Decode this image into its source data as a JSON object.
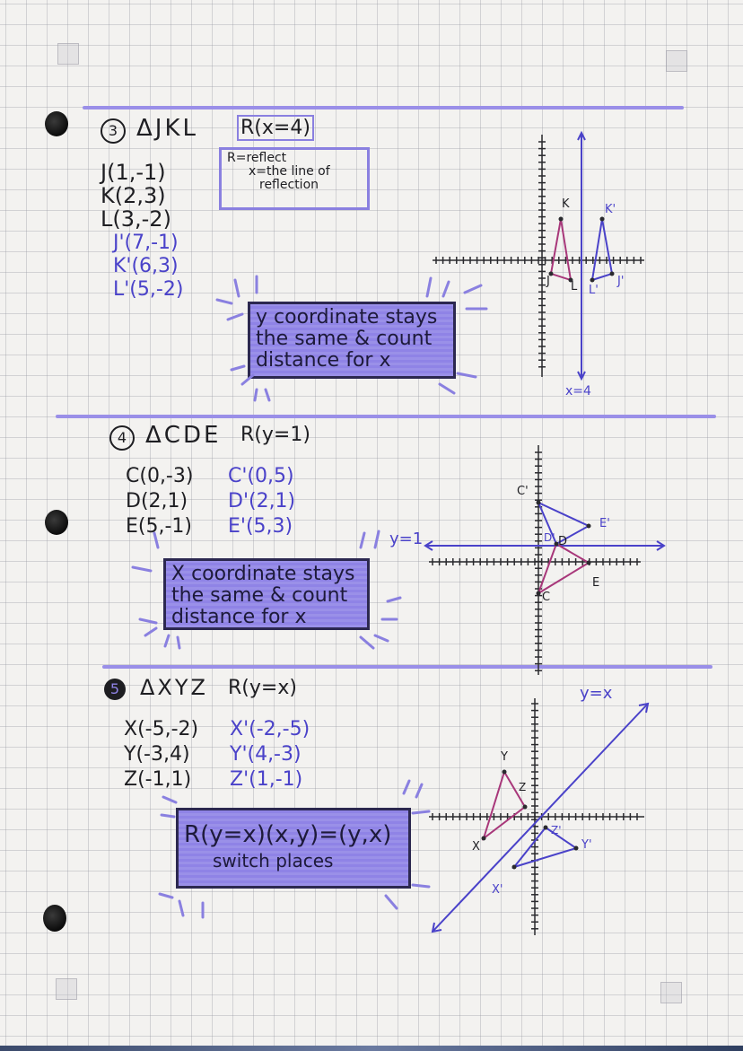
{
  "problem3": {
    "number": "3",
    "title": "ΔJKL",
    "rule": "R(x=4)",
    "definition": [
      "R=reflect",
      "x=the line of",
      "reflection"
    ],
    "coords": [
      "J(1,-1)",
      "K(2,3)",
      "L(3,-2)"
    ],
    "images": [
      "J'(7,-1)",
      "K'(6,3)",
      "L'(5,-2)"
    ],
    "note": [
      "y coordinate stays",
      "the same & count",
      "distance for x"
    ],
    "graph_labels": {
      "K": "K",
      "Kp": "K'",
      "J": "J",
      "Jp": "J'",
      "L": "L",
      "Lp": "L'",
      "line": "x=4"
    }
  },
  "problem4": {
    "number": "4",
    "title": "ΔCDE",
    "rule": "R(y=1)",
    "coords": [
      "C(0,-3)",
      "D(2,1)",
      "E(5,-1)"
    ],
    "images": [
      "C'(0,5)",
      "D'(2,1)",
      "E'(5,3)"
    ],
    "line_label": "y=1",
    "note": [
      "X coordinate stays",
      "the same & count",
      "distance for x"
    ],
    "graph_labels": {
      "Cp": "C'",
      "C": "C",
      "D": "D",
      "Dp": "D'",
      "E": "E",
      "Ep": "E'"
    }
  },
  "problem5": {
    "number": "5",
    "title": "ΔXYZ",
    "rule": "R(y=x)",
    "coords": [
      "X(-5,-2)",
      "Y(-3,4)",
      "Z(-1,1)"
    ],
    "images": [
      "X'(-2,-5)",
      "Y'(4,-3)",
      "Z'(1,-1)"
    ],
    "line_label": "y=x",
    "note": [
      "R(y=x)(x,y)=(y,x)",
      "switch places"
    ],
    "graph_labels": {
      "X": "X",
      "Xp": "X'",
      "Y": "Y",
      "Yp": "Y'",
      "Z": "Z",
      "Zp": "Z'"
    }
  },
  "colors": {
    "pre_image": "#a8377a",
    "image": "#4a42c9",
    "highlight": "#8f83e6"
  },
  "icons": [
    "binder-hole-icon",
    "circled-number-icon"
  ]
}
